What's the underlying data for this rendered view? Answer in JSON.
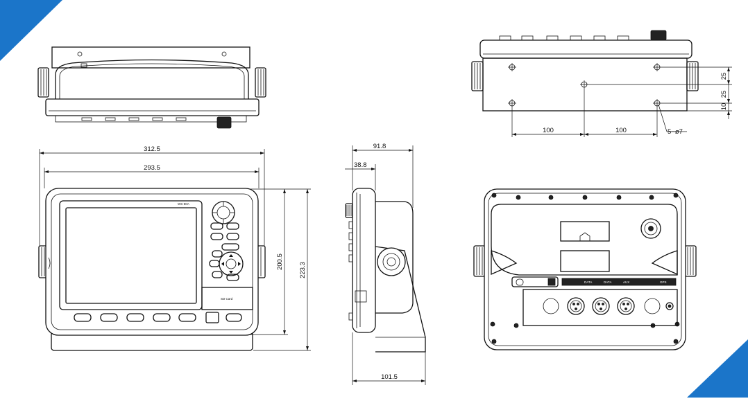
{
  "colors": {
    "corner_accent": "#1b75c9",
    "line": "#111111",
    "background": "#ffffff"
  },
  "front_view": {
    "width_overall": "312.5",
    "width_body": "293.5",
    "height_body": "200.5",
    "height_overall": "223.3",
    "model_label": "WS-80A",
    "sd_card_label": "SD Card"
  },
  "side_view": {
    "depth_overall": "91.8",
    "depth_front": "38.8",
    "depth_base": "101.5"
  },
  "bottom_view": {
    "hole_spacing_left": "100",
    "hole_spacing_right": "100",
    "vertical_spacing_top": "25",
    "vertical_spacing_mid": "25",
    "vertical_spacing_bottom": "10",
    "hole_callout": "5−ø7"
  },
  "rear_view": {
    "port_labels": [
      "DATA",
      "DATA",
      "AUX",
      "GPS"
    ]
  }
}
